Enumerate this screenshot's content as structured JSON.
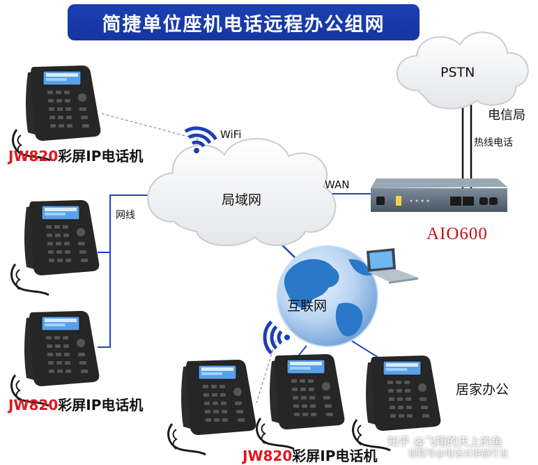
{
  "title": "简捷单位座机电话远程办公组网",
  "phone_label": {
    "model": "JW820",
    "suffix": "彩屏IP电话机"
  },
  "wifi_label": "WiFi",
  "cable_label": "网线",
  "lan_label": "局域网",
  "wan_label": "WAN",
  "pstn_label": "PSTN",
  "telecom_label": "电信局",
  "hotline_label": "热线电话",
  "device_label": "AIO600",
  "internet_label": "互联网",
  "home_office_label": "居家办公",
  "watermark": {
    "line1": "知乎 @飞翔的天上的鱼",
    "line2": "搜狐号@电话对讲前叮当"
  },
  "colors": {
    "title_bg": "#1b3fb3",
    "link_blue": "#1e40c8",
    "label_red": "#e0161e",
    "globe_blue": "#2a78c8",
    "device_gray": "#5c6a78"
  }
}
